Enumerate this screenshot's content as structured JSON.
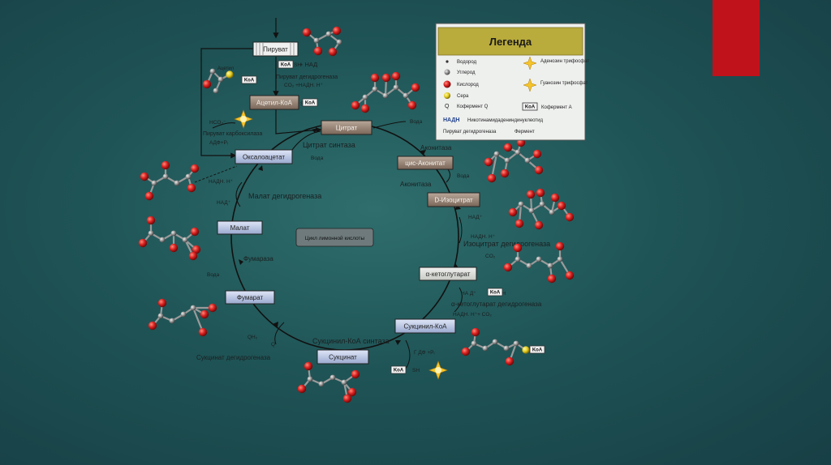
{
  "slide": {
    "accent_color": "#c0121a",
    "background": "#1f5456"
  },
  "legend": {
    "title": "Легенда",
    "items": [
      {
        "icon": "hydrogen-dot",
        "label": "Водород"
      },
      {
        "icon": "carbon-ball",
        "label": "Углерод"
      },
      {
        "icon": "oxygen-ball",
        "label": "Кислород"
      },
      {
        "icon": "sulfur-ball",
        "label": "Сера"
      },
      {
        "icon": "letter-q",
        "symbol": "Q",
        "label": "Кофермент Q"
      },
      {
        "icon": "atp-star",
        "label": "Аденозин трифосфат"
      },
      {
        "icon": "gtp-star",
        "label": "Гуанозин трифосфат"
      },
      {
        "icon": "koa-tag",
        "symbol": "KoA",
        "label": "Кофермент А"
      }
    ],
    "nadh_symbol": "НАДН",
    "nadh_label": "Никотинамидадениндинуклеотид",
    "footer_left": "Пируват дегидрогеназа",
    "footer_right": "Фермент"
  },
  "nodes": {
    "pyruvate": "Пируват",
    "acetyl_coa": "Ацетил-КоА",
    "oxaloacetate": "Оксалоацетат",
    "citrate": "Цитрат",
    "cis_aconitate": "цис-Аконитат",
    "isocitrate": "D-Изоцитрат",
    "a_ketoglutarate": "α-кетоглутарат",
    "succinyl_coa": "Сукцинил-КоА",
    "succinate": "Сукцинат",
    "fumarate": "Фумарат",
    "malate": "Малат",
    "center": "Цикл лимонной кислоты"
  },
  "enzymes": {
    "pyruvate_dh": "Пируват дегидрогеназа",
    "pyruvate_carboxylase": "Пируват карбоксилаза",
    "citrate_synthase": "Цитрат синтаза",
    "aconitase_1": "Аконитаза",
    "aconitase_2": "Аконитаза",
    "isocitrate_dh": "Изоцитрат дегидрогеназа",
    "akg_dh": "α-кетоглутарат дегидрогеназа",
    "succinyl_coa_synthase": "Сукцинил-КоА синтаза",
    "succinate_dh": "Сукцинат дегидрогеназа",
    "fumarase": "Фумараза",
    "malate_dh": "Малат дегидрогеназа"
  },
  "cofactors": {
    "acetyl_label": "Ацетил",
    "koa": "KoA",
    "sh": "SH",
    "plus_nad": "+ НАД",
    "co2_nadh": "CO₂ +НАДН. Н⁺",
    "hco3": "HCO₃⁻",
    "adp_pi_1": "АДФ+Pᵢ",
    "water_citrate": "Вода",
    "water_aconitase": "Вода",
    "water_cis": "Вода",
    "nad_iso": "НАД⁺",
    "nadh_iso": "НАДН. Н⁺",
    "co2_iso": "CO₂",
    "nad_akg": "НА Д⁺",
    "nadh_co2_akg": "НАДН. Н⁺+ CO₂",
    "gdp_pi": "Г ДФ +Pᵢ",
    "sh_succ": "SH",
    "qh2": "QH₂",
    "q": "Q",
    "water_fumarase": "Вода",
    "nadh_malate": "НАДН. Н⁺",
    "nad_malate": "НАД⁺"
  }
}
